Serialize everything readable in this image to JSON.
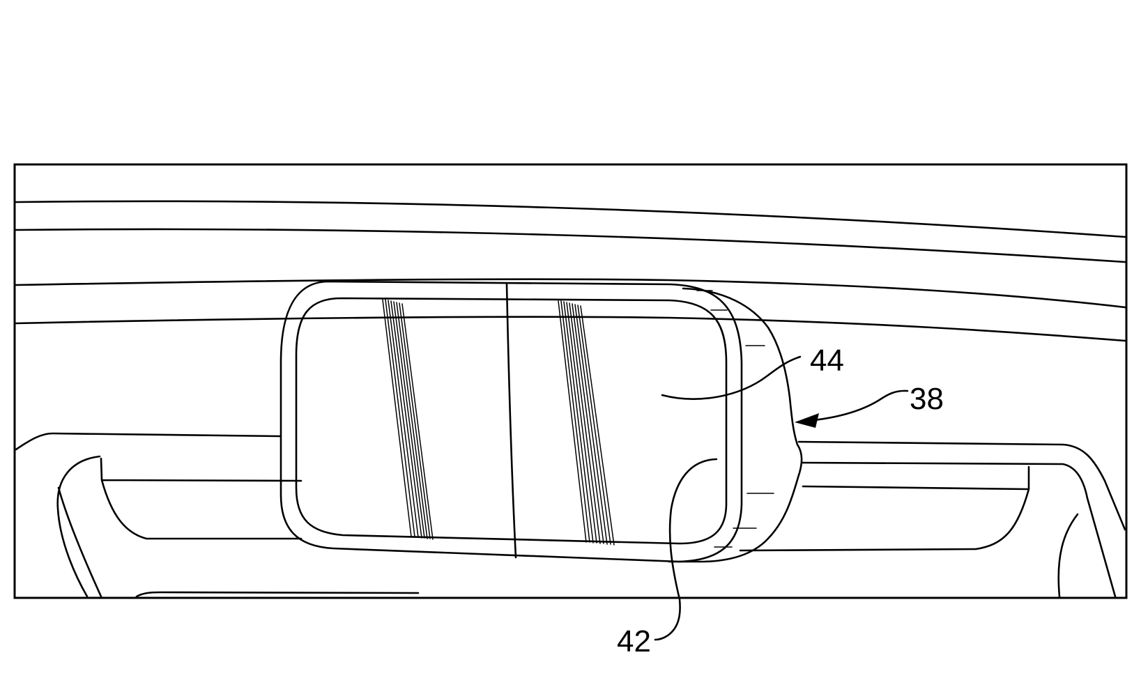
{
  "reference_numerals": {
    "num_44": "44",
    "num_38": "38",
    "num_42": "42"
  },
  "colors": {
    "line": "#000000",
    "background": "#ffffff"
  }
}
